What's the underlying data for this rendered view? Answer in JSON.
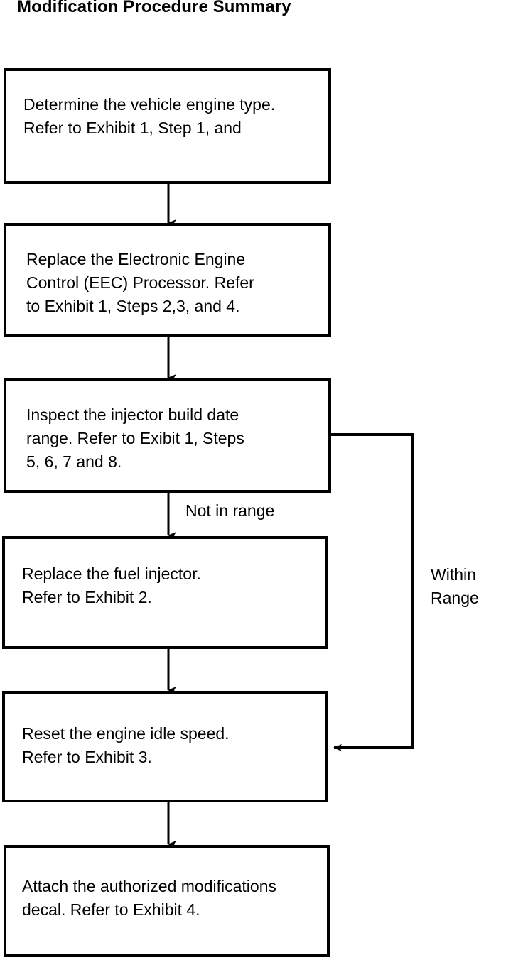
{
  "document": {
    "title": "Modification Procedure Summary",
    "type": "flowchart",
    "background_color": "#ffffff",
    "line_color": "#000000",
    "text_color": "#000000"
  },
  "flowchart": {
    "nodes": [
      {
        "id": "step-1",
        "name": "determine-engine-type",
        "shape": "rectangle",
        "text": "Determine the vehicle engine type.\nRefer to Exhibit 1, Step 1, and"
      },
      {
        "id": "step-2",
        "name": "replace-eec-processor",
        "shape": "rectangle",
        "text": "Replace the Electronic Engine\nControl (EEC) Processor.  Refer\nto Exhibit 1, Steps 2,3, and 4."
      },
      {
        "id": "step-3",
        "name": "inspect-injector-build-date",
        "shape": "rectangle",
        "text": "Inspect the injector build date\nrange.  Refer to Exibit 1,  Steps\n5, 6, 7 and 8."
      },
      {
        "id": "step-4",
        "name": "replace-fuel-injector",
        "shape": "rectangle",
        "text": "Replace the fuel injector.\nRefer to Exhibit 2."
      },
      {
        "id": "step-5",
        "name": "reset-engine-idle-speed",
        "shape": "rectangle",
        "text": "Reset the engine idle speed.\nRefer to Exhibit 3."
      },
      {
        "id": "step-6",
        "name": "attach-modifications-decal",
        "shape": "rectangle",
        "text": "Attach the authorized modifications\ndecal.  Refer to Exhibit 4."
      }
    ],
    "edges": [
      {
        "id": "edge-1-2",
        "from": "step-1",
        "to": "step-2",
        "label": ""
      },
      {
        "id": "edge-2-3",
        "from": "step-2",
        "to": "step-3",
        "label": ""
      },
      {
        "id": "edge-3-4",
        "from": "step-3",
        "to": "step-4",
        "label": "Not in range"
      },
      {
        "id": "edge-3-5",
        "from": "step-3",
        "to": "step-5",
        "label": "Within\nRange"
      },
      {
        "id": "edge-4-5",
        "from": "step-4",
        "to": "step-5",
        "label": ""
      },
      {
        "id": "edge-5-6",
        "from": "step-5",
        "to": "step-6",
        "label": ""
      }
    ]
  }
}
